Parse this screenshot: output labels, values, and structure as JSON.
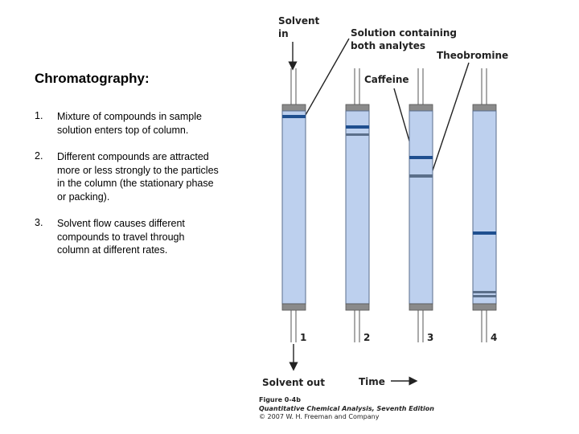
{
  "slide": {
    "title": "Chromatography:",
    "steps": [
      {
        "num": "1.",
        "text": "Mixture of compounds in sample solution enters top of column."
      },
      {
        "num": "2.",
        "text": "Different compounds are attracted more or less strongly to the particles in the column (the stationary phase or packing)."
      },
      {
        "num": "3.",
        "text": "Solvent flow causes different compounds to travel through column at different rates."
      }
    ]
  },
  "figure": {
    "labels": {
      "solvent_in_1": "Solvent",
      "solvent_in_2": "in",
      "solution_1": "Solution containing",
      "solution_2": "both analytes",
      "theobromine": "Theobromine",
      "caffeine": "Caffeine",
      "solvent_out": "Solvent out",
      "time": "Time"
    },
    "column_numbers": [
      "1",
      "2",
      "3",
      "4"
    ],
    "caption": {
      "title": "Figure 0-4b",
      "book": "Quantitative Chemical Analysis, Seventh Edition",
      "copyright": "© 2007 W. H. Freeman and Company"
    },
    "colors": {
      "column_fill": "#bdd0ee",
      "column_border": "#5a6e8c",
      "cap": "#8a8a8a",
      "caffeine_band": "#1f4f8f",
      "theobromine_band": "#5b6f8a",
      "line": "#222222"
    }
  }
}
